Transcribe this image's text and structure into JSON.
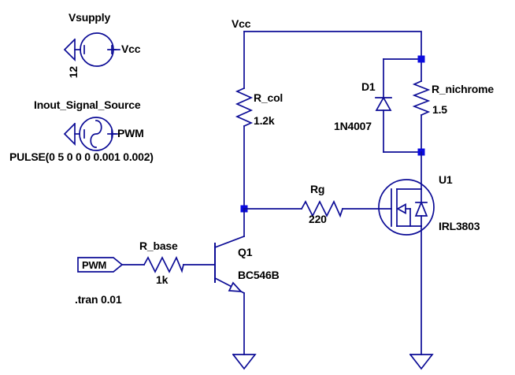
{
  "colors": {
    "wire": "#0c0c96",
    "junction": "#0b0bdf",
    "text": "#000000",
    "background": "#ffffff"
  },
  "sources": {
    "vsupply": {
      "title": "Vsupply",
      "value": "12",
      "net_label": "Vcc"
    },
    "signal_source": {
      "title": "Inout_Signal_Source",
      "net_label": "PWM",
      "value": "PULSE(0 5 0 0 0 0.001 0.002)"
    }
  },
  "net_labels": {
    "vcc_rail": "Vcc"
  },
  "components": {
    "r_col": {
      "name": "R_col",
      "value": "1.2k"
    },
    "d1": {
      "name": "D1",
      "value": "1N4007"
    },
    "r_nichrome": {
      "name": "R_nichrome",
      "value": "1.5"
    },
    "u1": {
      "name": "U1",
      "value": "IRL3803"
    },
    "rg": {
      "name": "Rg",
      "value": "220"
    },
    "q1": {
      "name": "Q1",
      "value": "BC546B"
    },
    "r_base": {
      "name": "R_base",
      "value": "1k"
    }
  },
  "port_flag": {
    "label": "PWM"
  },
  "directive": {
    "text": ".tran 0.01"
  }
}
